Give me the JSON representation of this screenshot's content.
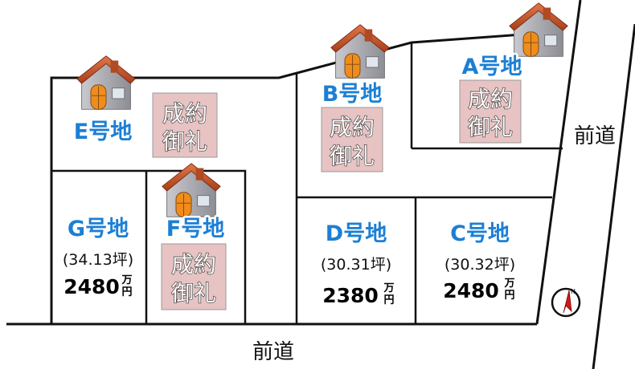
{
  "lots": [
    {
      "id": "A",
      "label": "A号地",
      "sold": true
    },
    {
      "id": "B",
      "label": "B号地",
      "sold": true
    },
    {
      "id": "C",
      "label": "C号地",
      "sold": false,
      "area": "(30.32坪)",
      "price": "2480",
      "unit_top": "万",
      "unit_bottom": "円"
    },
    {
      "id": "D",
      "label": "D号地",
      "sold": false,
      "area": "(30.31坪)",
      "price": "2380",
      "unit_top": "万",
      "unit_bottom": "円"
    },
    {
      "id": "E",
      "label": "E号地",
      "sold": true
    },
    {
      "id": "F",
      "label": "F号地",
      "sold": true
    },
    {
      "id": "G",
      "label": "G号地",
      "sold": false,
      "area": "(34.13坪)",
      "price": "2480",
      "unit_top": "万",
      "unit_bottom": "円"
    }
  ],
  "sold_badge": {
    "line1": "成約",
    "line2": "御礼"
  },
  "roads": {
    "front_east": "前道",
    "front_south": "前道"
  },
  "compass": {
    "mark": "N"
  },
  "colors": {
    "lot_label": "#1c7fd4",
    "sold_badge": "#e8c3c3",
    "roof": "#c9582a",
    "wall": "#a7a7ad",
    "door": "#f08c1c"
  }
}
